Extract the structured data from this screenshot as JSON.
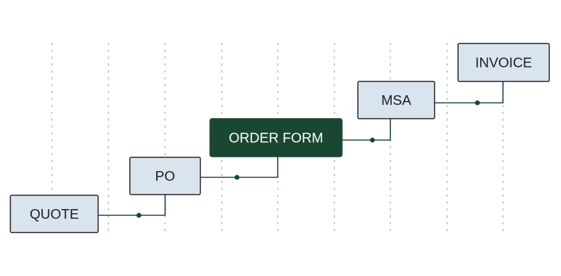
{
  "diagram": {
    "nodes": [
      {
        "id": "quote",
        "label": "QUOTE",
        "style": "light"
      },
      {
        "id": "po",
        "label": "PO",
        "style": "light"
      },
      {
        "id": "order-form",
        "label": "ORDER FORM",
        "style": "dark"
      },
      {
        "id": "msa",
        "label": "MSA",
        "style": "light"
      },
      {
        "id": "invoice",
        "label": "INVOICE",
        "style": "light"
      }
    ],
    "edges": [
      {
        "from": "quote",
        "to": "po"
      },
      {
        "from": "po",
        "to": "order-form"
      },
      {
        "from": "order-form",
        "to": "msa"
      },
      {
        "from": "msa",
        "to": "invoice"
      }
    ],
    "colors": {
      "node_fill": "#d9e4ef",
      "node_border": "#1f1f1f",
      "highlight_fill": "#1a4731",
      "highlight_text": "#ffffff",
      "connector": "#1a4731",
      "gridline": "#b5b5b5"
    }
  }
}
